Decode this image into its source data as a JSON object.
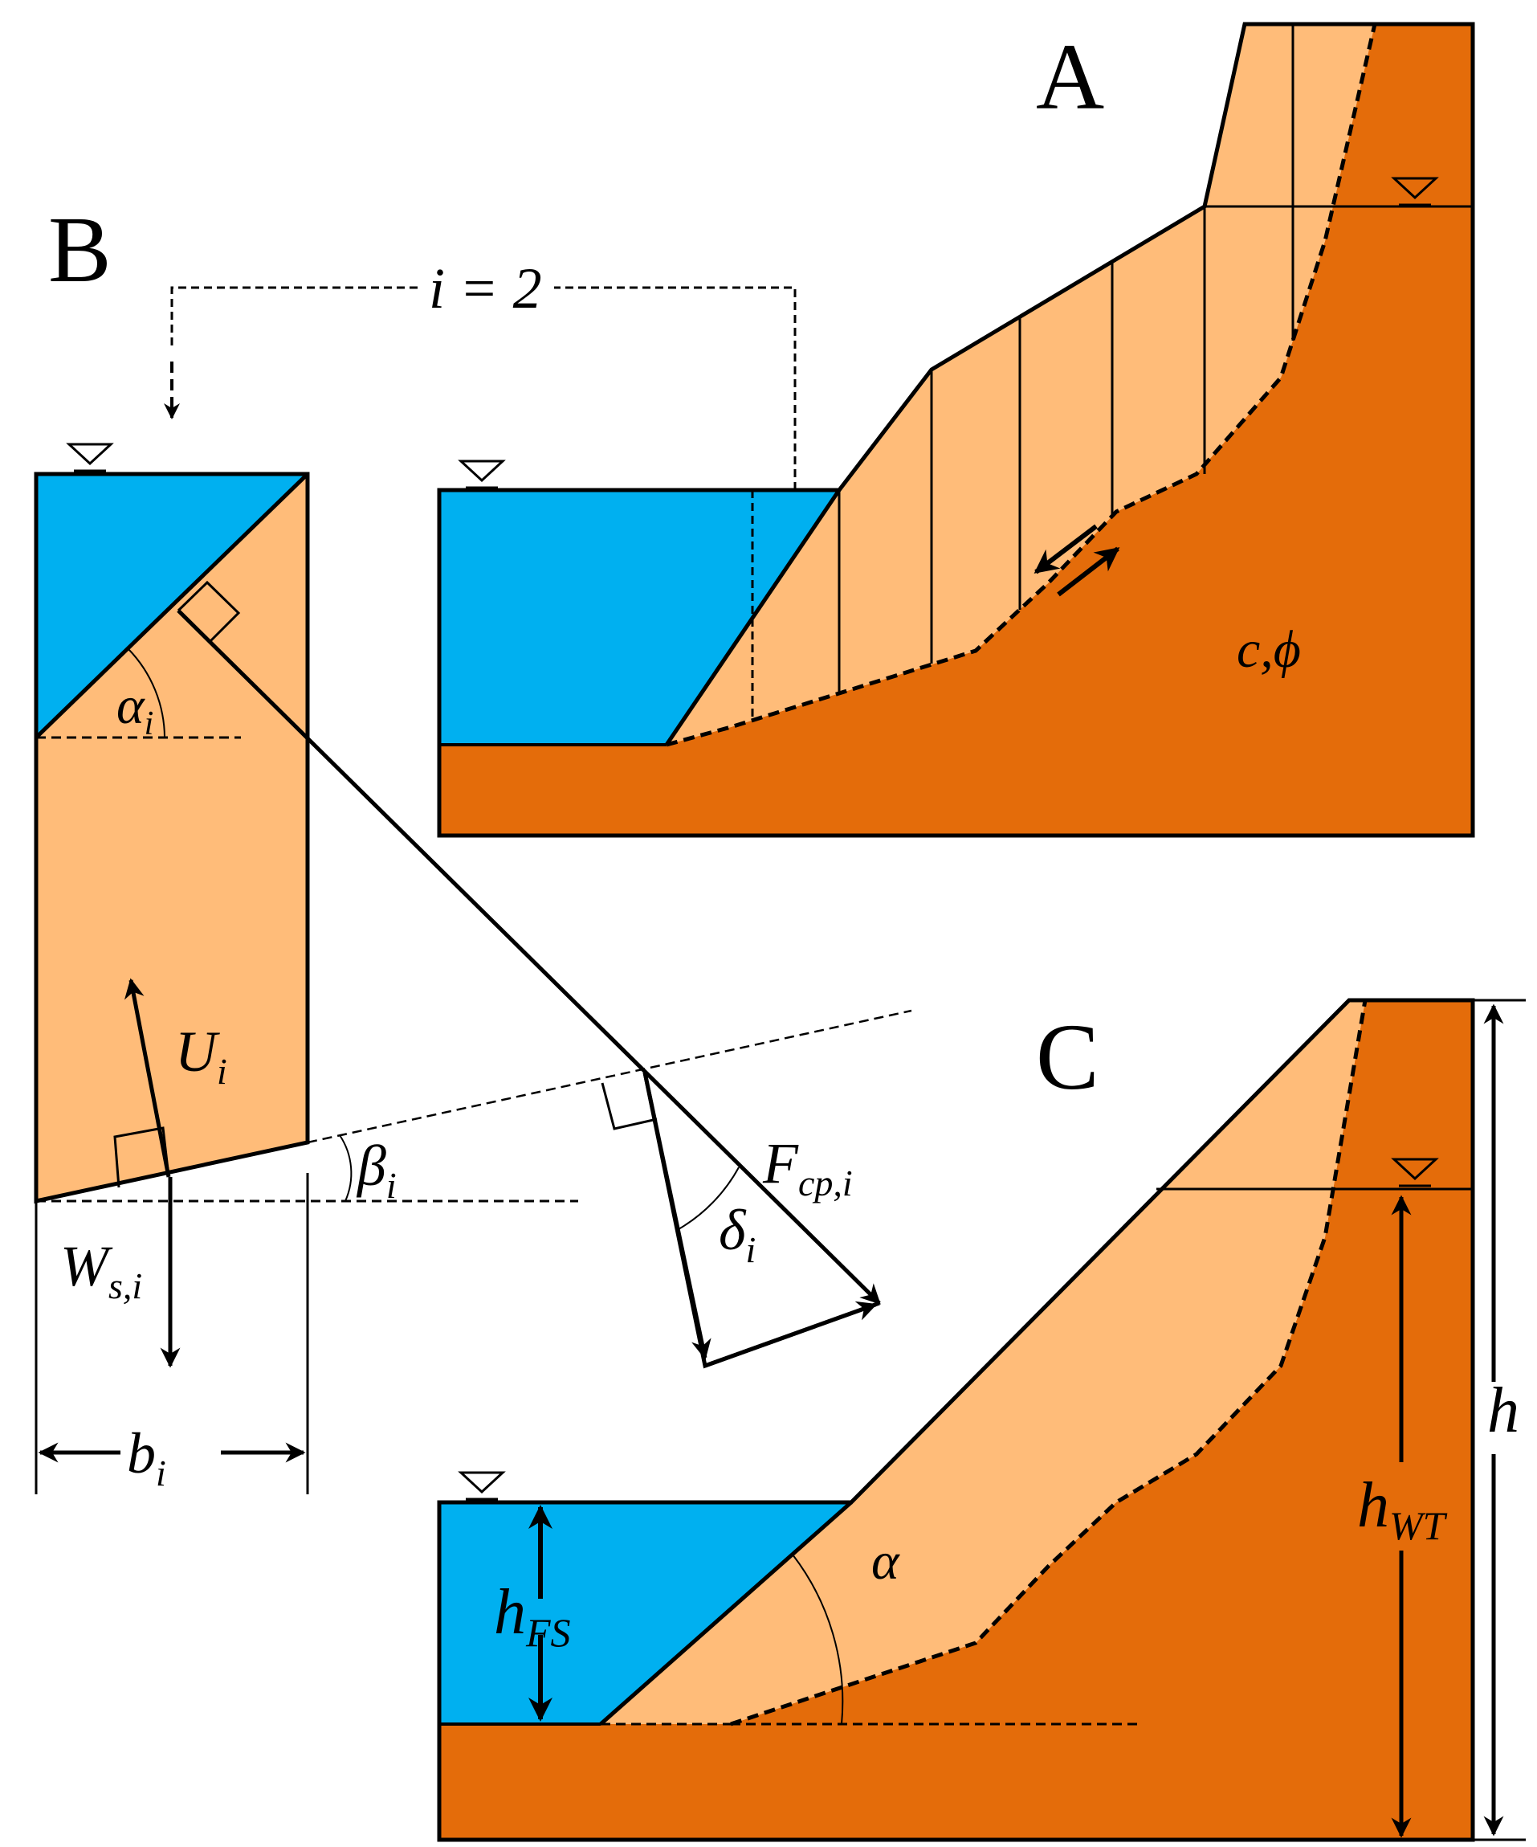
{
  "colors": {
    "water": "#00B0F0",
    "soil_light": "#FFBC79",
    "soil_dark": "#E46C0A",
    "stroke": "#000000"
  },
  "panels": {
    "a": {
      "letter": "A",
      "material_label": "c,ϕ"
    },
    "b": {
      "letter": "B",
      "slice_label": "i = 2",
      "alpha": {
        "base": "α",
        "sub": "i"
      },
      "U": {
        "base": "U",
        "sub": "i"
      },
      "beta": {
        "base": "β",
        "sub": "i"
      },
      "W": {
        "base": "W",
        "sub": "s,i"
      },
      "b": {
        "base": "b",
        "sub": "i"
      },
      "F": {
        "base": "F",
        "sub": "cp,i"
      },
      "delta": {
        "base": "δ",
        "sub": "i"
      }
    },
    "c": {
      "letter": "C",
      "alpha": "α",
      "hFS": {
        "base": "h",
        "sub": "FS"
      },
      "hWT": {
        "base": "h",
        "sub": "WT"
      },
      "h": "h"
    }
  },
  "icons": {
    "water_level": "water-table-triangle-icon"
  }
}
